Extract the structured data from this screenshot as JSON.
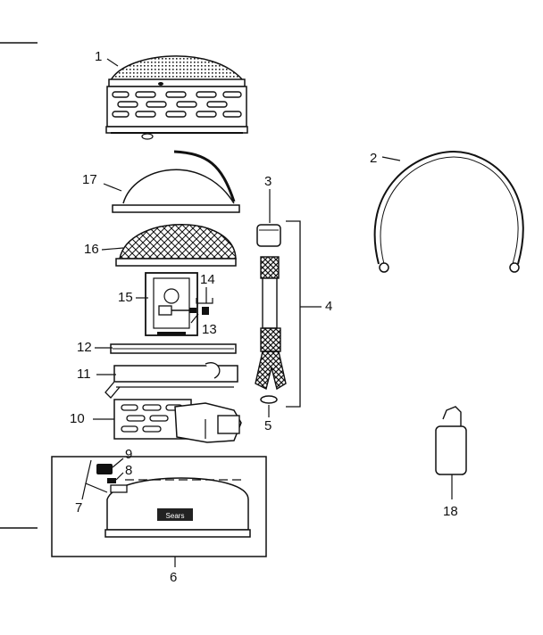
{
  "colors": {
    "ink": "#111111",
    "paper": "#ffffff",
    "shade": "#555555"
  },
  "parts": {
    "p1": {
      "number": "1"
    },
    "p2": {
      "number": "2"
    },
    "p3": {
      "number": "3"
    },
    "p4": {
      "number": "4"
    },
    "p5": {
      "number": "5"
    },
    "p6": {
      "number": "6"
    },
    "p7": {
      "number": "7"
    },
    "p8": {
      "number": "8"
    },
    "p9": {
      "number": "9"
    },
    "p10": {
      "number": "10"
    },
    "p11": {
      "number": "11"
    },
    "p12": {
      "number": "12"
    },
    "p13": {
      "number": "13"
    },
    "p14": {
      "number": "14"
    },
    "p15": {
      "number": "15"
    },
    "p16": {
      "number": "16"
    },
    "p17": {
      "number": "17"
    },
    "p18": {
      "number": "18"
    }
  },
  "base_badge": {
    "text": "Sears"
  }
}
